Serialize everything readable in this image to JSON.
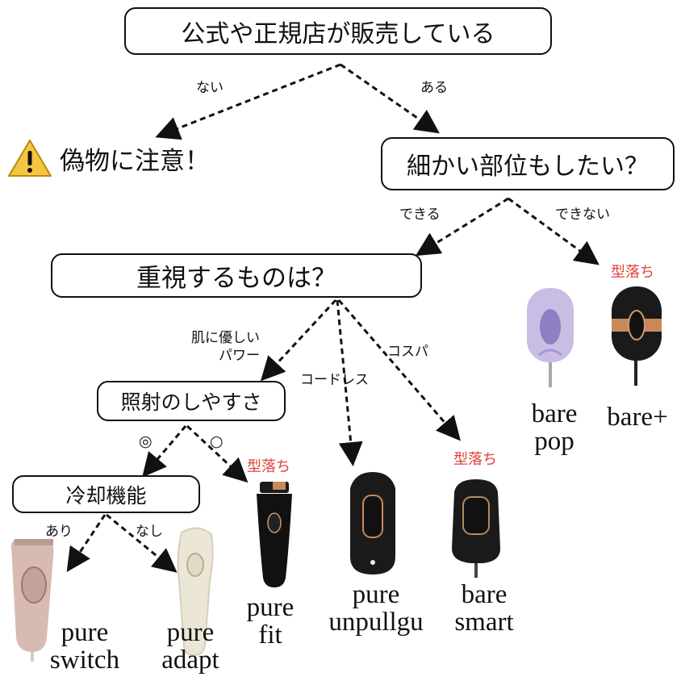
{
  "nodes": {
    "start": "公式や正規店が販売している",
    "fake": "偽物に注意！",
    "detail": "細かい部位もしたい？",
    "priority": "重視するものは？",
    "irradiation": "照射のしやすさ",
    "cooling": "冷却機能"
  },
  "edges": {
    "no": "ない",
    "yes": "ある",
    "can": "できる",
    "cannot": "できない",
    "skin_line1": "肌に優しい",
    "skin_line2": "パワー",
    "cordless": "コードレス",
    "cospa": "コスパ",
    "double_circle": "◎",
    "circle": "○",
    "ari": "あり",
    "nashi": "なし"
  },
  "badges": {
    "old_model": "型落ち"
  },
  "products": {
    "bare_pop": [
      "bare",
      "pop"
    ],
    "bare_plus": [
      "bare+"
    ],
    "pure_switch": [
      "pure",
      "switch"
    ],
    "pure_adapt": [
      "pure",
      "adapt"
    ],
    "pure_fit": [
      "pure",
      "fit"
    ],
    "pure_unpullgu": [
      "pure",
      "unpullgu"
    ],
    "bare_smart": [
      "bare",
      "smart"
    ]
  },
  "colors": {
    "line": "#111111",
    "badge": "#e0413b",
    "warning": "#f5c542"
  }
}
